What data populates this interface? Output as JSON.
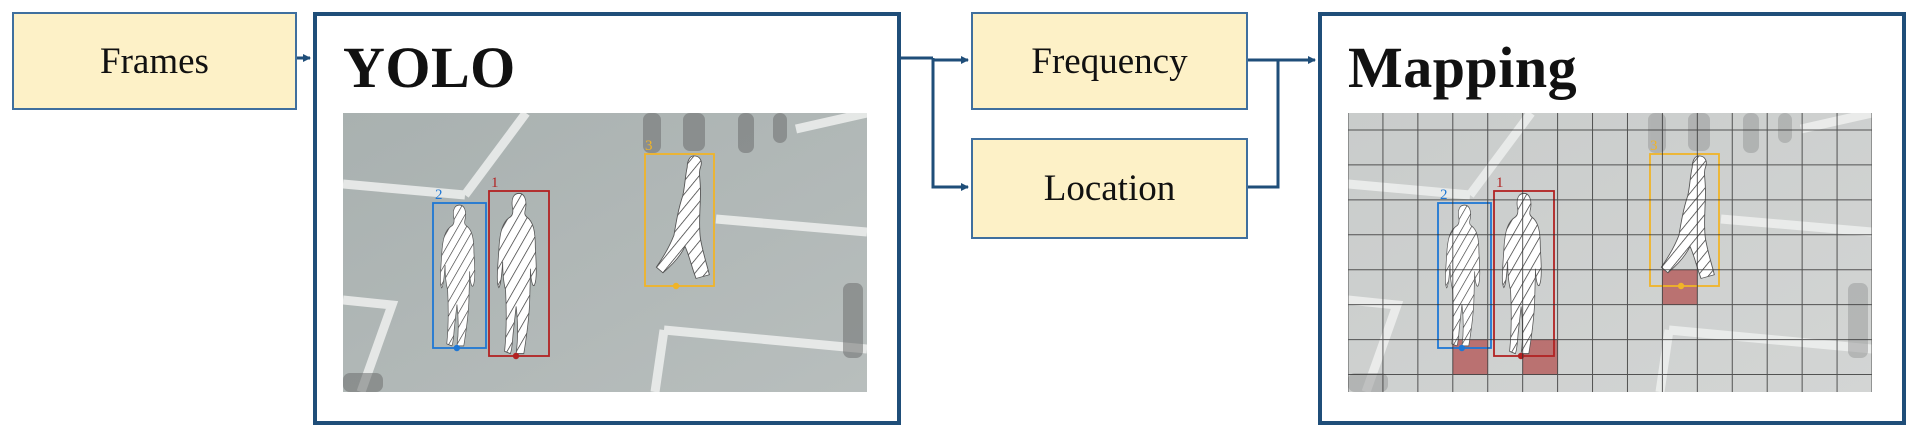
{
  "colors": {
    "box_fill": "#fdf1c7",
    "box_border": "#3f6f9e",
    "panel_border": "#1f4e79",
    "arrow": "#1f4e79",
    "detection_1": "#b22222",
    "detection_2": "#1f77d4",
    "detection_3": "#f0b428",
    "highlight_cell": "#b04848"
  },
  "nodes": {
    "frames": "Frames",
    "frequency": "Frequency",
    "location": "Location"
  },
  "panels": {
    "yolo": {
      "title": "YOLO"
    },
    "mapping": {
      "title": "Mapping"
    }
  },
  "detections": [
    {
      "id": "1",
      "color": "#b22222"
    },
    {
      "id": "2",
      "color": "#1f77d4"
    },
    {
      "id": "3",
      "color": "#f0b428"
    }
  ],
  "grid": {
    "columns": 15,
    "highlighted_cells": [
      {
        "col": 3,
        "row": 7
      },
      {
        "col": 5,
        "row": 7
      },
      {
        "col": 9,
        "row": 5
      }
    ]
  }
}
